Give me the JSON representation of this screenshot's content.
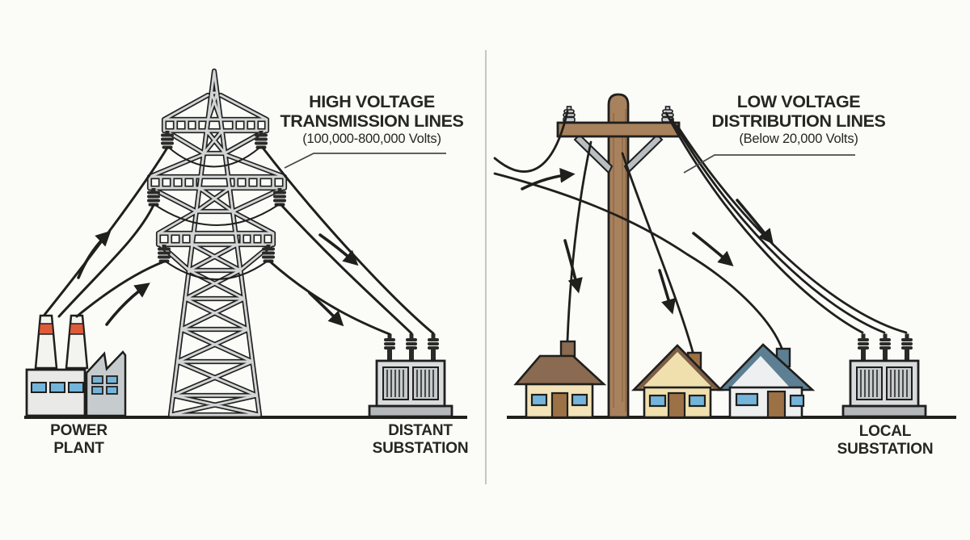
{
  "colors": {
    "background": "#fbfbf8",
    "line": "#1f1f1d",
    "divider": "#c6c6c4",
    "steel_fill": "#d2d4d5",
    "steel_dark": "#2a2a28",
    "brace_gray": "#b9bec3",
    "wood": "#a8825d",
    "wood_dark": "#8a6747",
    "window_blue": "#74b4da",
    "chimney_band_orange": "#e05a38",
    "plant_main_gray": "#e9eae7",
    "plant_annex_gray": "#c6cbce",
    "chimney_white": "#f3f3f0",
    "roof_brown": "#8a6a50",
    "roof_trim_brown": "#7d5f45",
    "roof_tan": "#efe0ad",
    "roof_slate": "#5d7f93",
    "wall_cream": "#f2e3b9",
    "wall_cream2": "#f0e0ae",
    "wall_white": "#edeff0",
    "door_brown": "#9c7146",
    "transformer_body": "#d9dcde",
    "transformer_panel": "#c6cacd",
    "transformer_base": "#b4b8bb",
    "text": "#262622",
    "leader": "#4a4a48"
  },
  "left_panel": {
    "title_line1": "HIGH VOLTAGE",
    "title_line2": "TRANSMISSION LINES",
    "subtitle": "(100,000-800,000 Volts)",
    "power_plant_label_line1": "POWER",
    "power_plant_label_line2": "PLANT",
    "substation_label_line1": "DISTANT",
    "substation_label_line2": "SUBSTATION"
  },
  "right_panel": {
    "title_line1": "LOW VOLTAGE",
    "title_line2": "DISTRIBUTION LINES",
    "subtitle": "(Below 20,000 Volts)",
    "substation_label_line1": "LOCAL",
    "substation_label_line2": "SUBSTATION"
  },
  "icons": {
    "power_plant": "svg-shape",
    "transmission_tower": "svg-shape",
    "insulator_string": "svg-shape",
    "transmission_wire": "svg-path",
    "flow_arrow": "svg-arrow",
    "transformer_substation": "svg-shape",
    "utility_pole": "svg-shape",
    "house": "svg-shape",
    "ground_line": "svg-line",
    "panel_divider": "svg-line"
  }
}
